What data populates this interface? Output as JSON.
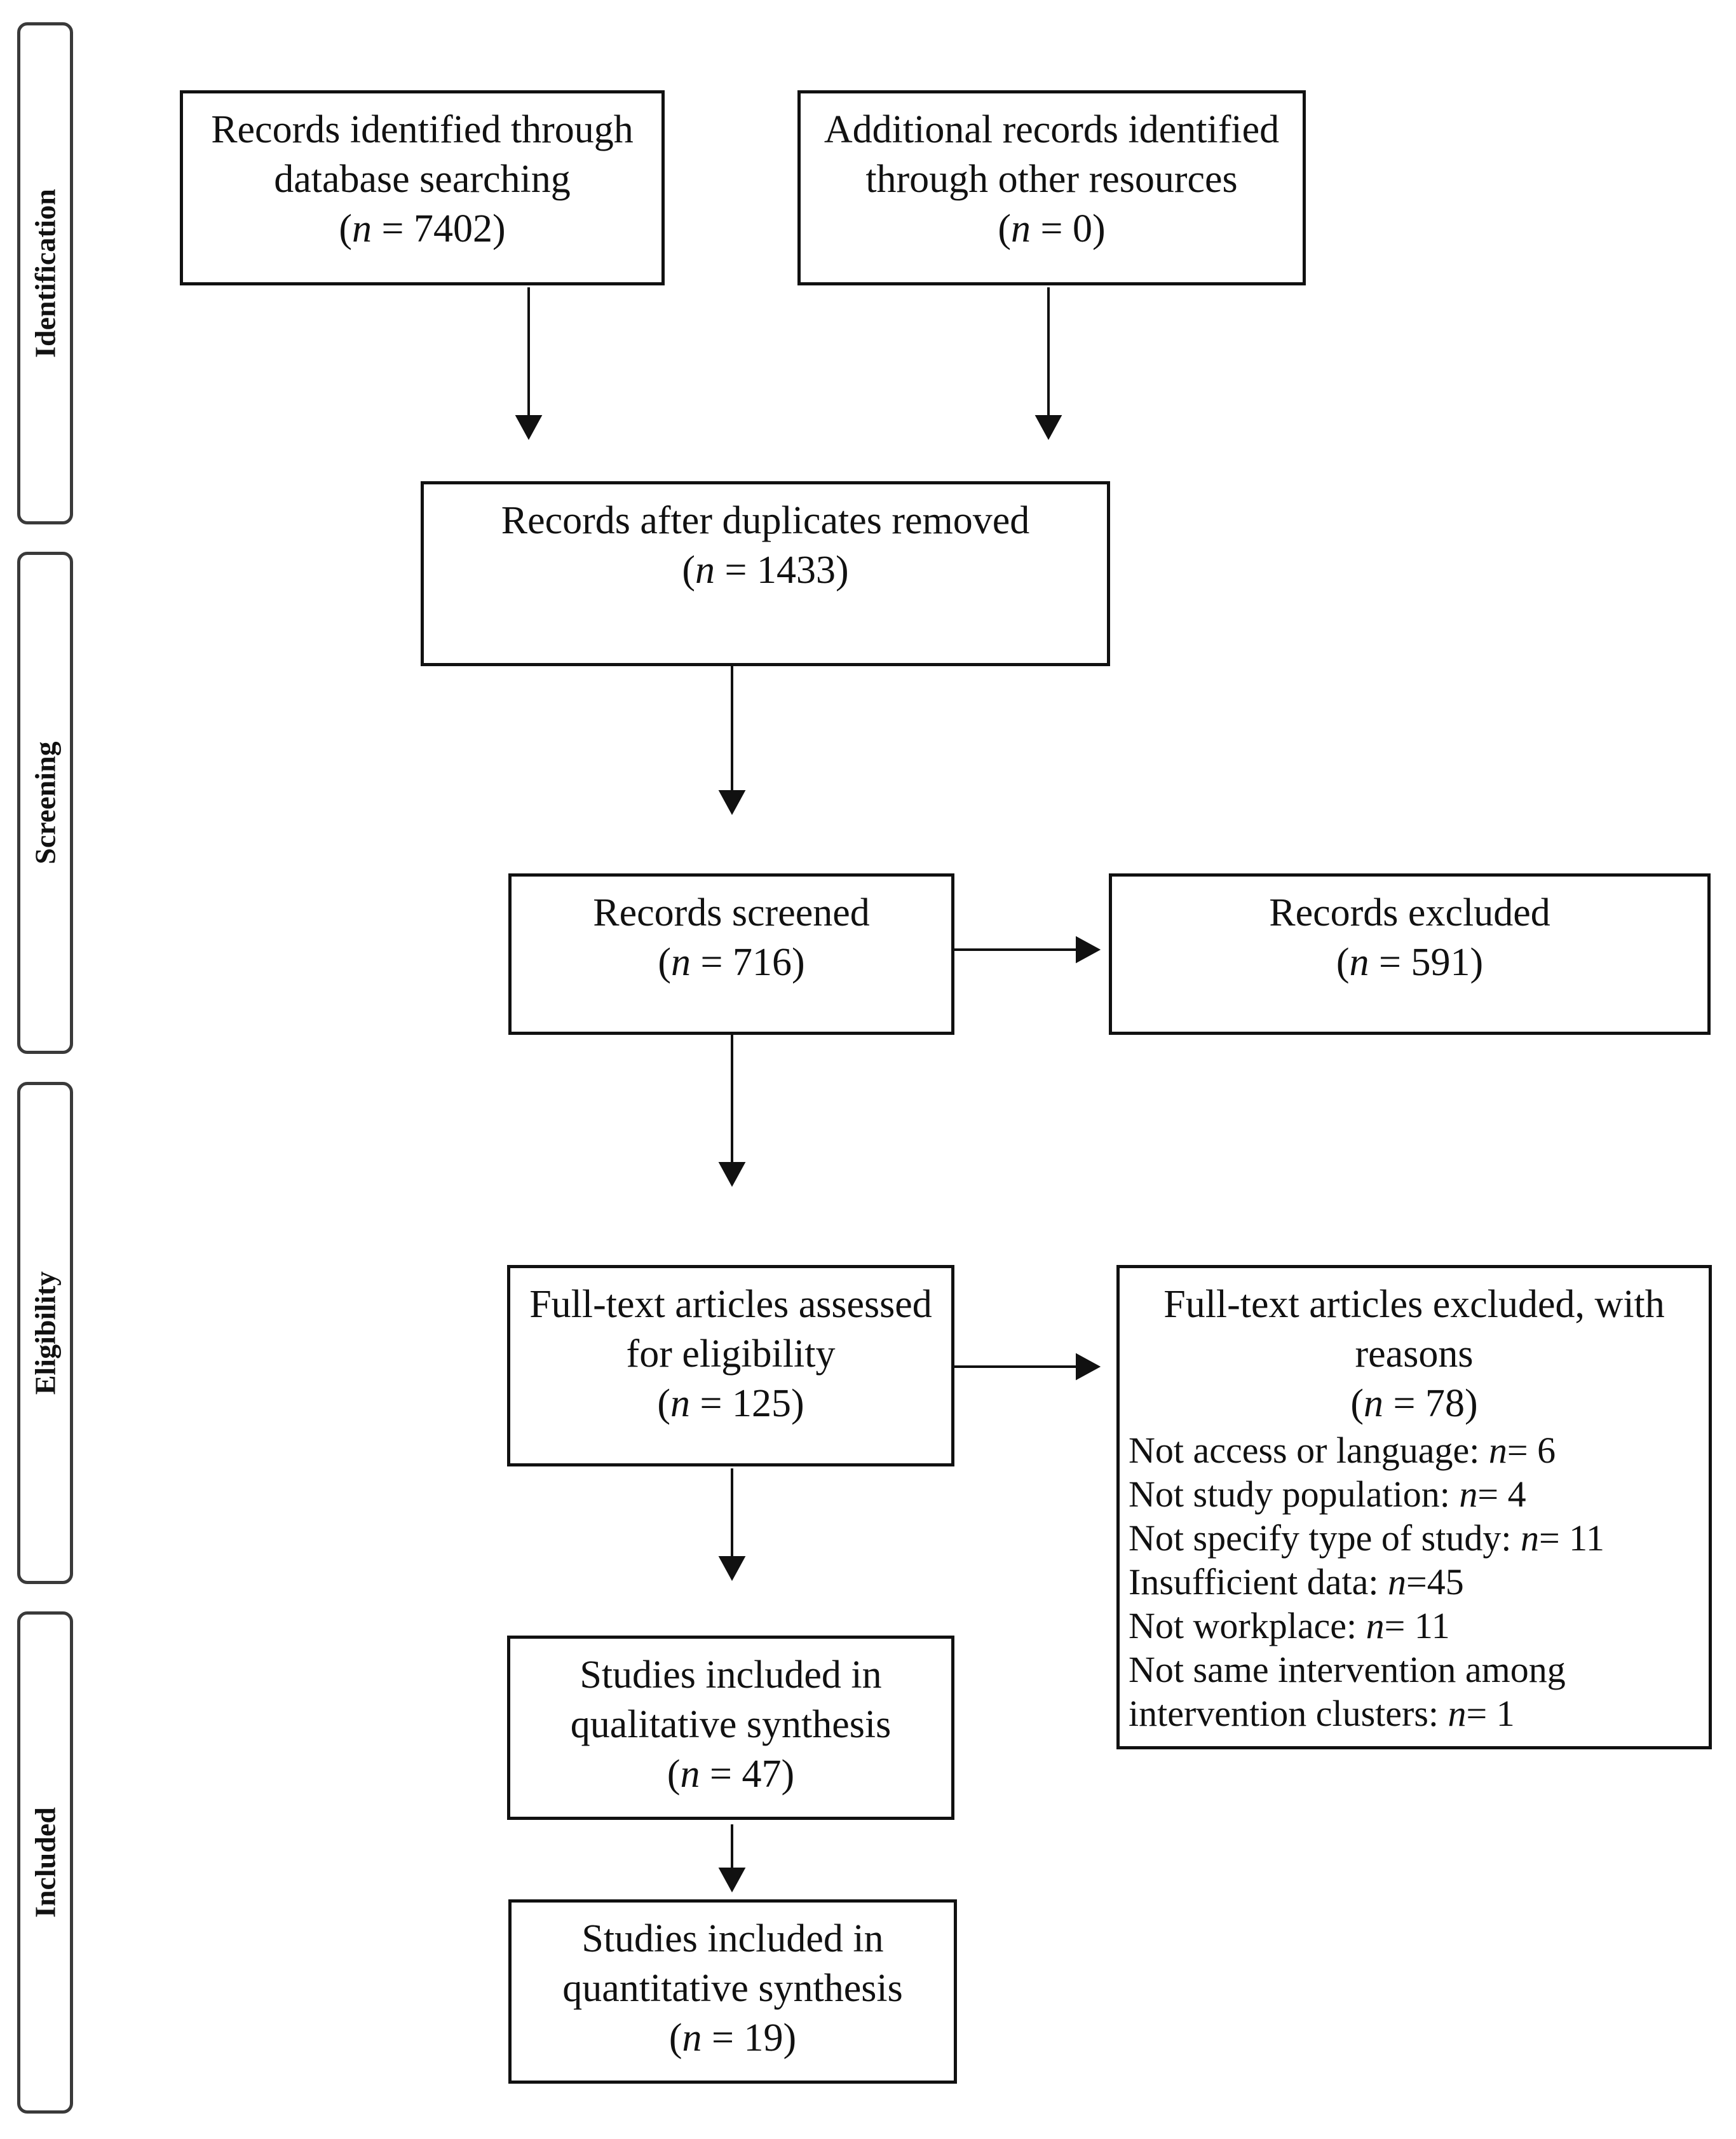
{
  "phases": {
    "identification": "Identification",
    "screening": "Screening",
    "eligibility": "Eligibility",
    "included": "Included"
  },
  "boxes": {
    "database": {
      "line1": "Records identified through",
      "line2": "database searching",
      "n_label": "n",
      "n_value": " = 7402)"
    },
    "other": {
      "line1": "Additional records identified",
      "line2": "through other resources",
      "n_label": "n",
      "n_value": " = 0)"
    },
    "duplicates": {
      "line1": "Records after duplicates removed",
      "n_label": "n",
      "n_value": " = 1433)"
    },
    "screened": {
      "line1": "Records screened",
      "n_label": "n",
      "n_value": " = 716)"
    },
    "excluded": {
      "line1": "Records excluded",
      "n_label": "n",
      "n_value": " = 591)"
    },
    "fulltext": {
      "line1": "Full-text articles assessed",
      "line2": "for eligibility",
      "n_label": "n",
      "n_value": " = 125)"
    },
    "fulltext_excluded": {
      "line1": "Full-text articles excluded, with",
      "line2": "reasons",
      "n_label": "n",
      "n_value": " = 78)",
      "reasons": [
        {
          "text": "Not access or language: ",
          "n": "n",
          "count": "= 6"
        },
        {
          "text": "Not study population: ",
          "n": "n",
          "count": "= 4"
        },
        {
          "text": "Not specify  type of study: ",
          "n": "n",
          "count": "= 11"
        },
        {
          "text": "Insufficient data: ",
          "n": "n",
          "count": "=45"
        },
        {
          "text": "Not workplace:  ",
          "n": "n",
          "count": "= 11"
        },
        {
          "text": "Not same intervention among",
          "n": "",
          "count": ""
        },
        {
          "text": "intervention clusters: ",
          "n": "n",
          "count": "= 1"
        }
      ]
    },
    "qualitative": {
      "line1": "Studies included in",
      "line2": "qualitative synthesis",
      "n_label": "n",
      "n_value": " = 47)"
    },
    "quantitative": {
      "line1": "Studies included in",
      "line2": "quantitative synthesis",
      "n_label": "n",
      "n_value": " = 19)"
    }
  }
}
